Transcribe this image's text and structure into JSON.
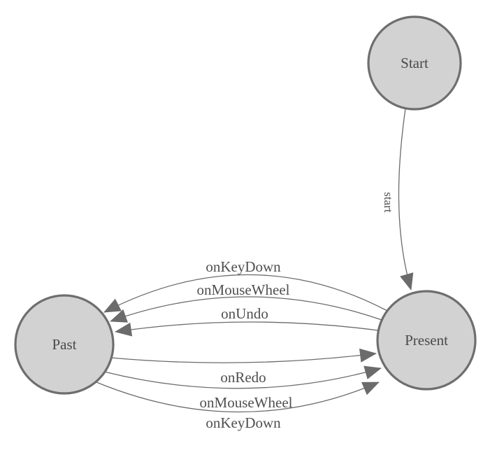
{
  "diagram": {
    "type": "state-machine",
    "background": "#ffffff",
    "colors": {
      "node_fill": "#d2d2d2",
      "node_border": "#6e6e6e",
      "edge_line": "#6b6b6b",
      "arrowhead_fill": "#6b6b6b",
      "label_text": "#4a4a4a"
    },
    "nodes": [
      {
        "id": "start",
        "label": "Start"
      },
      {
        "id": "present",
        "label": "Present"
      },
      {
        "id": "past",
        "label": "Past"
      }
    ],
    "edges": [
      {
        "from": "Start",
        "to": "Present",
        "label": "start"
      },
      {
        "from": "Present",
        "to": "Past",
        "label": "onKeyDown"
      },
      {
        "from": "Present",
        "to": "Past",
        "label": "onMouseWheel"
      },
      {
        "from": "Present",
        "to": "Past",
        "label": "onUndo"
      },
      {
        "from": "Past",
        "to": "Present",
        "label": "onRedo"
      },
      {
        "from": "Past",
        "to": "Present",
        "label": "onMouseWheel"
      },
      {
        "from": "Past",
        "to": "Present",
        "label": "onKeyDown"
      }
    ]
  }
}
